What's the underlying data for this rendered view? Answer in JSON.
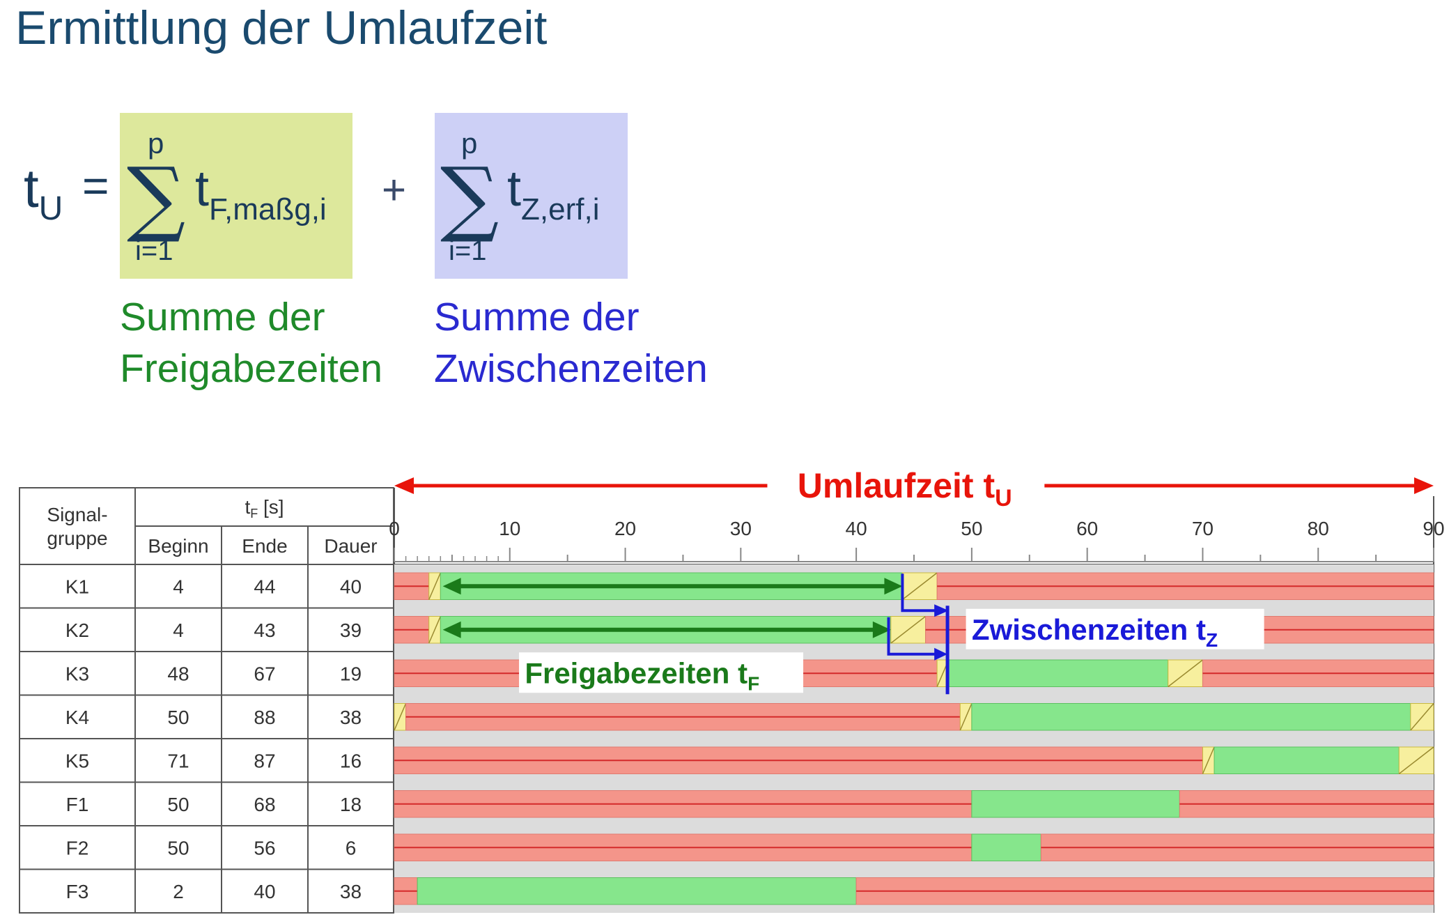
{
  "title": "Ermittlung der Umlaufzeit",
  "formula": {
    "lhs": "t",
    "lhs_sub": "U",
    "equals": "=",
    "plus": "+",
    "sum1": {
      "upper": "p",
      "lower": "i=1",
      "sigma": "∑",
      "term": "t",
      "term_sub": "F,maßg,i"
    },
    "sum2": {
      "upper": "p",
      "lower": "i=1",
      "sigma": "∑",
      "term": "t",
      "term_sub": "Z,erf,i"
    }
  },
  "captions": {
    "green_line1": "Summe der",
    "green_line2": "Freigabezeiten",
    "blue_line1": "Summe der",
    "blue_line2": "Zwischenzeiten"
  },
  "colors": {
    "title": "#1a4a6e",
    "red_phase": "#f4958a",
    "red_line": "#d42a2a",
    "green_phase": "#86e68c",
    "yellow_phase": "#f7ef9e",
    "gray_band": "#dcdcdc",
    "umlauf": "#e8140a",
    "freigabe": "#1a7a1a",
    "zwischen": "#1a1ad8"
  },
  "table": {
    "header_group": "Signal-\ngruppe",
    "header_group_l1": "Signal-",
    "header_group_l2": "gruppe",
    "header_tf": "t",
    "header_tf_sub": "F",
    "header_tf_unit": " [s]",
    "col_begin": "Beginn",
    "col_end": "Ende",
    "col_dur": "Dauer",
    "rows": [
      {
        "name": "K1",
        "begin": "4",
        "end": "44",
        "dur": "40"
      },
      {
        "name": "K2",
        "begin": "4",
        "end": "43",
        "dur": "39"
      },
      {
        "name": "K3",
        "begin": "48",
        "end": "67",
        "dur": "19"
      },
      {
        "name": "K4",
        "begin": "50",
        "end": "88",
        "dur": "38"
      },
      {
        "name": "K5",
        "begin": "71",
        "end": "87",
        "dur": "16"
      },
      {
        "name": "F1",
        "begin": "50",
        "end": "68",
        "dur": "18"
      },
      {
        "name": "F2",
        "begin": "50",
        "end": "56",
        "dur": "6"
      },
      {
        "name": "F3",
        "begin": "2",
        "end": "40",
        "dur": "38"
      }
    ]
  },
  "axis": {
    "ticks": [
      "0",
      "10",
      "20",
      "30",
      "40",
      "50",
      "60",
      "70",
      "80",
      "90"
    ],
    "min": 0,
    "max": 90
  },
  "labels": {
    "umlauf": "Umlaufzeit t",
    "umlauf_sub": "U",
    "zwischen": "Zwischenzeiten t",
    "zwischen_sub": "Z",
    "freigabe": "Freigabezeiten t",
    "freigabe_sub": "F"
  },
  "chart_data": {
    "type": "table",
    "phases": [
      {
        "name": "K1",
        "segments": [
          [
            "red",
            0,
            3
          ],
          [
            "yellow",
            3,
            4
          ],
          [
            "green",
            4,
            44
          ],
          [
            "yellow",
            44,
            47
          ],
          [
            "red",
            47,
            90
          ]
        ]
      },
      {
        "name": "K2",
        "segments": [
          [
            "red",
            0,
            3
          ],
          [
            "yellow",
            3,
            4
          ],
          [
            "green",
            4,
            43
          ],
          [
            "yellow",
            43,
            46
          ],
          [
            "red",
            46,
            90
          ]
        ]
      },
      {
        "name": "K3",
        "segments": [
          [
            "red",
            0,
            47
          ],
          [
            "yellow",
            47,
            48
          ],
          [
            "green",
            48,
            67
          ],
          [
            "yellow",
            67,
            70
          ],
          [
            "red",
            70,
            90
          ]
        ]
      },
      {
        "name": "K4",
        "segments": [
          [
            "yellow",
            0,
            1
          ],
          [
            "red",
            1,
            49
          ],
          [
            "yellow",
            49,
            50
          ],
          [
            "green",
            50,
            88
          ],
          [
            "yellow",
            88,
            90
          ]
        ]
      },
      {
        "name": "K5",
        "segments": [
          [
            "red",
            0,
            70
          ],
          [
            "yellow",
            70,
            71
          ],
          [
            "green",
            71,
            87
          ],
          [
            "yellow",
            87,
            90
          ]
        ]
      },
      {
        "name": "F1",
        "segments": [
          [
            "red",
            0,
            50
          ],
          [
            "green",
            50,
            68
          ],
          [
            "red",
            68,
            90
          ]
        ]
      },
      {
        "name": "F2",
        "segments": [
          [
            "red",
            0,
            50
          ],
          [
            "green",
            50,
            56
          ],
          [
            "red",
            56,
            90
          ]
        ]
      },
      {
        "name": "F3",
        "segments": [
          [
            "red",
            0,
            2
          ],
          [
            "green",
            2,
            40
          ],
          [
            "red",
            40,
            90
          ]
        ]
      }
    ]
  }
}
